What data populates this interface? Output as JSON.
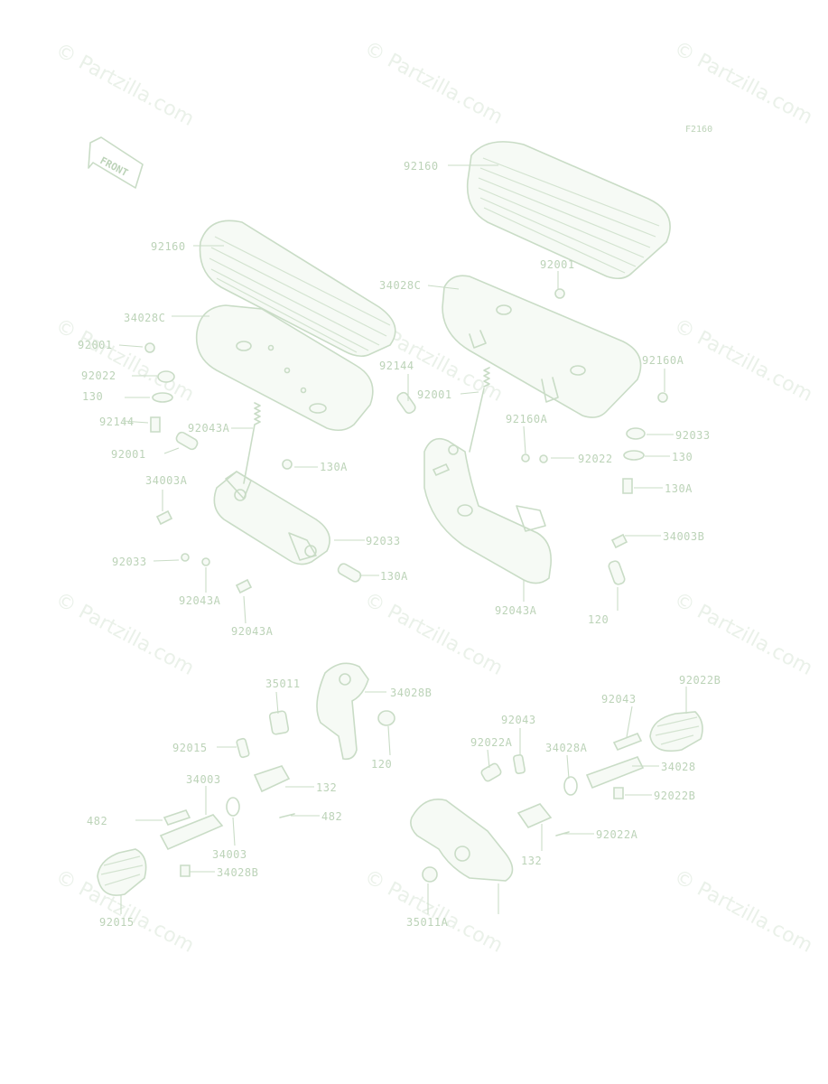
{
  "figure": {
    "code": "F2160",
    "front_label": "FRONT",
    "watermark": "© Partzilla.com"
  },
  "callouts": [
    {
      "id": "c01",
      "text": "92160"
    },
    {
      "id": "c02",
      "text": "92160"
    },
    {
      "id": "c03",
      "text": "92001"
    },
    {
      "id": "c04",
      "text": "34028C"
    },
    {
      "id": "c05",
      "text": "34028C"
    },
    {
      "id": "c06",
      "text": "92001"
    },
    {
      "id": "c07",
      "text": "92160A"
    },
    {
      "id": "c08",
      "text": "92022"
    },
    {
      "id": "c09",
      "text": "130"
    },
    {
      "id": "c10",
      "text": "92144"
    },
    {
      "id": "c11",
      "text": "92043A"
    },
    {
      "id": "c12",
      "text": "92001"
    },
    {
      "id": "c13",
      "text": "130A"
    },
    {
      "id": "c14",
      "text": "34003A"
    },
    {
      "id": "c15",
      "text": "92033"
    },
    {
      "id": "c16",
      "text": "92033"
    },
    {
      "id": "c17",
      "text": "92043A"
    },
    {
      "id": "c18",
      "text": "130A"
    },
    {
      "id": "c19",
      "text": "92043A"
    },
    {
      "id": "c20",
      "text": "92144"
    },
    {
      "id": "c21",
      "text": "92001"
    },
    {
      "id": "c22",
      "text": "92033"
    },
    {
      "id": "c23",
      "text": "92160A"
    },
    {
      "id": "c24",
      "text": "92033"
    },
    {
      "id": "c25",
      "text": "92022"
    },
    {
      "id": "c26",
      "text": "130"
    },
    {
      "id": "c27",
      "text": "130A"
    },
    {
      "id": "c28",
      "text": "34003B"
    },
    {
      "id": "c29",
      "text": "92043A"
    },
    {
      "id": "c30",
      "text": "120"
    },
    {
      "id": "c31",
      "text": "35011"
    },
    {
      "id": "c32",
      "text": "34028B"
    },
    {
      "id": "c33",
      "text": "92022B"
    },
    {
      "id": "c34",
      "text": "92043"
    },
    {
      "id": "c35",
      "text": "92043"
    },
    {
      "id": "c36",
      "text": "92015"
    },
    {
      "id": "c37",
      "text": "120"
    },
    {
      "id": "c38",
      "text": "92022A"
    },
    {
      "id": "c39",
      "text": "34028A"
    },
    {
      "id": "c40",
      "text": "34028"
    },
    {
      "id": "c41",
      "text": "34003"
    },
    {
      "id": "c42",
      "text": "132"
    },
    {
      "id": "c43",
      "text": "92022B"
    },
    {
      "id": "c44",
      "text": "482"
    },
    {
      "id": "c45",
      "text": "482"
    },
    {
      "id": "c46",
      "text": "92022A"
    },
    {
      "id": "c47",
      "text": "34003"
    },
    {
      "id": "c48",
      "text": "132"
    },
    {
      "id": "c49",
      "text": "34028B"
    },
    {
      "id": "c50",
      "text": "92015"
    },
    {
      "id": "c51",
      "text": "35011A"
    }
  ]
}
